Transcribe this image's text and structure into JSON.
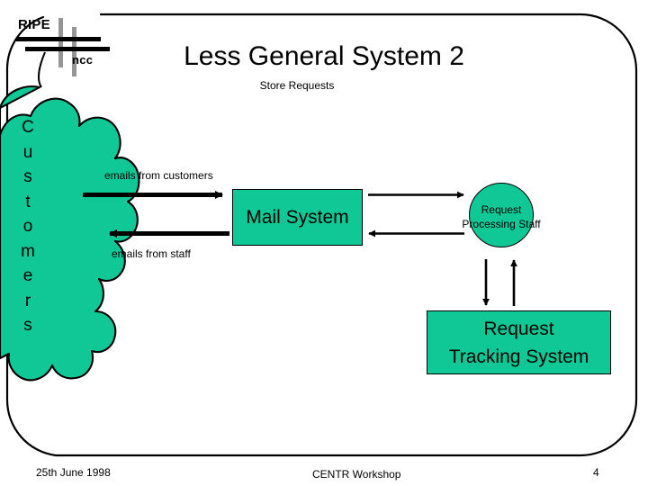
{
  "slide": {
    "title": "Less General System 2",
    "subtitle": "Store Requests",
    "page_number": "4",
    "accent_color": "#0FC896",
    "outline_color": "#000000",
    "logo_bar_gray": "#969696"
  },
  "logo": {
    "primary": "RIPE",
    "secondary": "ncc"
  },
  "diagram": {
    "cloud": {
      "name": "Customers",
      "letters": [
        "C",
        "u",
        "s",
        "t",
        "o",
        "m",
        "e",
        "r",
        "s"
      ]
    },
    "mail_system": {
      "label": "Mail System"
    },
    "request_processing_staff": {
      "line1": "Request",
      "line2": "Processing Staff"
    },
    "request_tracking_system": {
      "line1": "Request",
      "line2": "Tracking System"
    },
    "flows": [
      {
        "id": "emails-from-customers",
        "label": "emails from customers",
        "direction": "right",
        "from": "Customers",
        "to": "Mail System"
      },
      {
        "id": "emails-from-staff",
        "label": "emails from staff",
        "direction": "left",
        "from": "Mail System",
        "to": "Customers"
      },
      {
        "id": "mail-to-staff",
        "label": "",
        "direction": "right",
        "from": "Mail System",
        "to": "Request Processing Staff"
      },
      {
        "id": "staff-to-mail",
        "label": "",
        "direction": "left",
        "from": "Request Processing Staff",
        "to": "Mail System"
      },
      {
        "id": "staff-to-tracking",
        "label": "",
        "direction": "down",
        "from": "Request Processing Staff",
        "to": "Request Tracking System"
      },
      {
        "id": "tracking-to-staff",
        "label": "",
        "direction": "up",
        "from": "Request Tracking System",
        "to": "Request Processing Staff"
      }
    ]
  },
  "footer": {
    "date": "25th June 1998",
    "event": "CENTR Workshop",
    "page": "4"
  }
}
